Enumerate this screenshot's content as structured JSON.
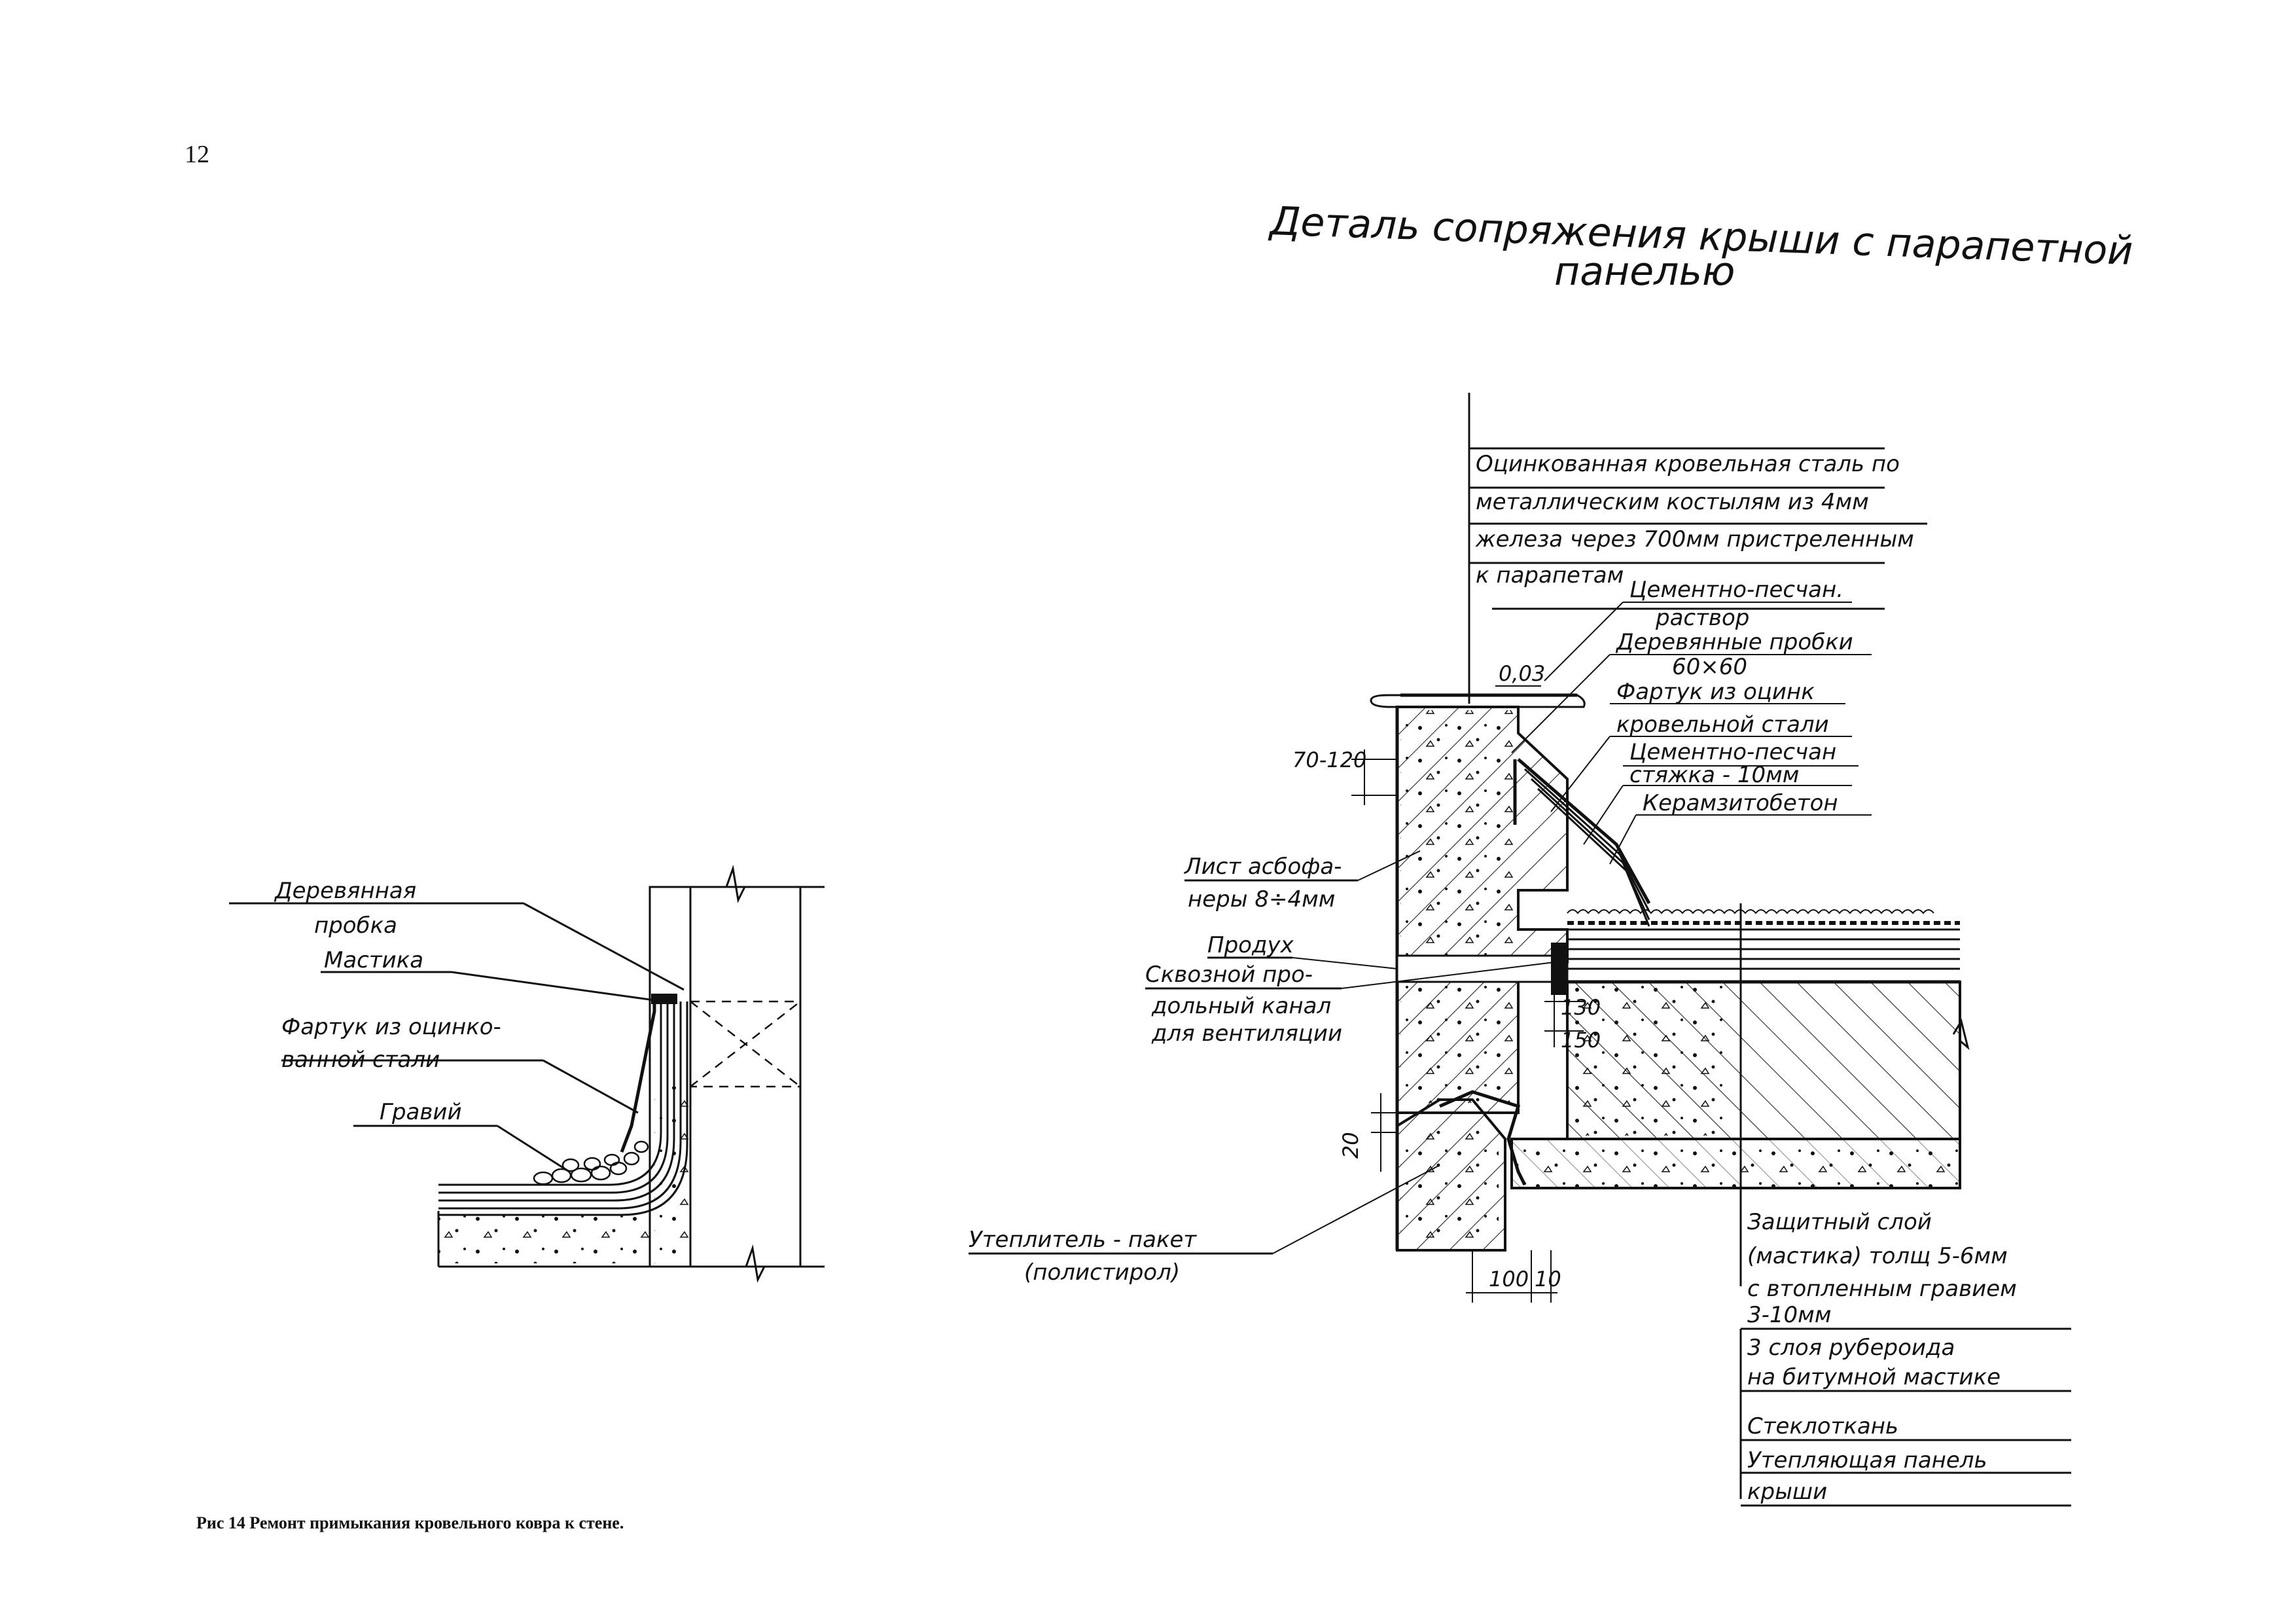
{
  "page_number": "12",
  "title": {
    "line1": "Деталь сопряжения крыши с парапетной",
    "line2": "панелью"
  },
  "caption": "Рис 14 Ремонт примыкания кровельного ковра к стене.",
  "left_detail": {
    "labels": [
      {
        "id": "wood-plug",
        "lines": [
          "Деревянная",
          "пробка"
        ]
      },
      {
        "id": "mastic",
        "lines": [
          "Мастика"
        ]
      },
      {
        "id": "apron",
        "lines": [
          "Фартук из оцинко-",
          "ванной стали"
        ]
      },
      {
        "id": "gravel",
        "lines": [
          "Гравий"
        ]
      }
    ]
  },
  "right_detail": {
    "top_labels": [
      {
        "id": "galv-steel",
        "lines": [
          "Оцинкованная кровельная сталь по",
          "металлическим костылям из 4мм",
          "железа через 700мм пристреленным",
          "к парапетам"
        ]
      },
      {
        "id": "cement-mortar",
        "lines": [
          "Цементно-песчан.",
          "раствор"
        ]
      },
      {
        "id": "wood-plugs",
        "lines": [
          "Деревянные пробки",
          "60×60"
        ]
      },
      {
        "id": "apron-galv",
        "lines": [
          "Фартук из оцинк",
          "кровельной стали"
        ]
      },
      {
        "id": "cement-screed",
        "lines": [
          "Цементно-песчан",
          "стяжка - 10мм"
        ]
      },
      {
        "id": "claydite",
        "lines": [
          "Керамзитобетон"
        ]
      }
    ],
    "left_labels": [
      {
        "id": "asbestos-sheet",
        "lines": [
          "Лист асбофа-",
          "неры 8÷4мм"
        ]
      },
      {
        "id": "vent",
        "lines": [
          "Продух"
        ]
      },
      {
        "id": "channel",
        "lines": [
          "Сквозной про-",
          "дольный канал",
          "для вентиляции"
        ]
      },
      {
        "id": "insulation",
        "lines": [
          "Утеплитель - пакет",
          "(полистирол)"
        ]
      }
    ],
    "bottom_labels": [
      {
        "id": "protective-layer",
        "lines": [
          "Защитный слой",
          "(мастика) толщ 5-6мм",
          "с втопленным гравием",
          "3-10мм"
        ]
      },
      {
        "id": "ruberoid",
        "lines": [
          "3 слоя рубероида",
          "на битумной мастике"
        ]
      },
      {
        "id": "fiberglass",
        "lines": [
          "Стеклоткань"
        ]
      },
      {
        "id": "roof-panel",
        "lines": [
          "Утепляющая панель",
          "крыши"
        ]
      }
    ],
    "dimensions": {
      "d003": "0,03",
      "d70_120": "70-120",
      "d130": "130",
      "d150": "150",
      "d20": "20",
      "d100": "100",
      "d10": "10"
    }
  }
}
